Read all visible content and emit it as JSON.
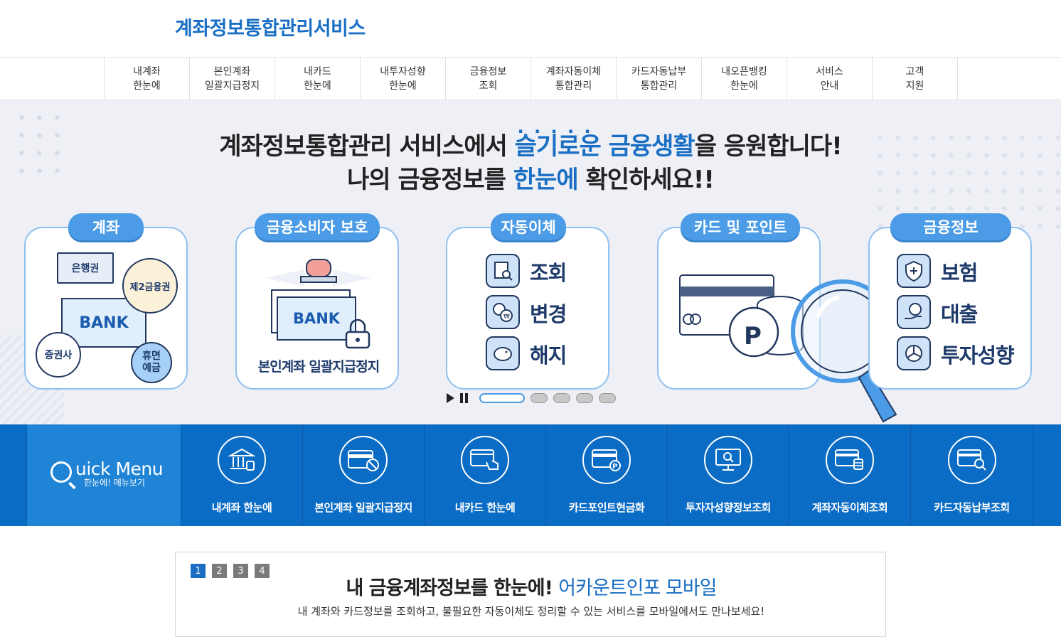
{
  "header": {
    "logo": "계좌정보통합관리서비스"
  },
  "nav": [
    {
      "line1": "내계좌",
      "line2": "한눈에"
    },
    {
      "line1": "본인계좌",
      "line2": "일괄지급정지"
    },
    {
      "line1": "내카드",
      "line2": "한눈에"
    },
    {
      "line1": "내투자성향",
      "line2": "한눈에"
    },
    {
      "line1": "금융정보",
      "line2": "조회"
    },
    {
      "line1": "계좌자동이체",
      "line2": "통합관리"
    },
    {
      "line1": "카드자동납부",
      "line2": "통합관리"
    },
    {
      "line1": "내오픈뱅킹",
      "line2": "한눈에"
    },
    {
      "line1": "서비스",
      "line2": "안내"
    },
    {
      "line1": "고객",
      "line2": "지원"
    }
  ],
  "banner": {
    "line1_a": "계좌정보통합관리 서비스에서 ",
    "line1_hl": "슬기로운 금융생활",
    "line1_b": "을 응원합니다!",
    "line2_a": "나의 금융정보를 ",
    "line2_hl": "한눈에",
    "line2_b": " 확인하세요!!",
    "cards": [
      {
        "tag": "계좌",
        "bubble1": "은행권",
        "bubble2": "제2금융권",
        "bank": "BANK",
        "bubble3": "증권사",
        "bubble4a": "휴면",
        "bubble4b": "예금"
      },
      {
        "tag": "금융소비자 보호",
        "bank": "BANK",
        "caption": "본인계좌 일괄지급정지"
      },
      {
        "tag": "자동이체",
        "rows": [
          "조회",
          "변경",
          "해지"
        ]
      },
      {
        "tag": "카드 및 포인트",
        "point": "P"
      },
      {
        "tag": "금융정보",
        "rows": [
          "보험",
          "대출",
          "투자성향"
        ]
      }
    ],
    "active_slide": 1,
    "slide_count": 5
  },
  "quick": {
    "title": "uick Menu",
    "subtitle": "한눈에! 메뉴보기",
    "items": [
      {
        "label": "내계좌 한눈에",
        "icon": "bank-building-icon"
      },
      {
        "label": "본인계좌 일괄지급정지",
        "icon": "card-block-icon"
      },
      {
        "label": "내카드 한눈에",
        "icon": "card-hand-icon"
      },
      {
        "label": "카드포인트현금화",
        "icon": "card-point-icon"
      },
      {
        "label": "투자자성향정보조회",
        "icon": "monitor-search-icon"
      },
      {
        "label": "계좌자동이체조회",
        "icon": "card-coins-icon"
      },
      {
        "label": "카드자동납부조회",
        "icon": "card-search-icon"
      }
    ]
  },
  "panel": {
    "pages": [
      "1",
      "2",
      "3",
      "4"
    ],
    "active_page": "1",
    "title_a": "내 금융계좌정보를 한눈에! ",
    "title_hl": "어카운트인포 모바일",
    "desc": "내 계좌와 카드정보를 조회하고, 불필요한 자동이체도 정리할 수 있는 서비스를 모바일에서도 만나보세요!"
  },
  "colors": {
    "accent": "#1a6fc4",
    "quick_bg": "#0a6cc4",
    "tag_bg": "#4b9be6"
  }
}
